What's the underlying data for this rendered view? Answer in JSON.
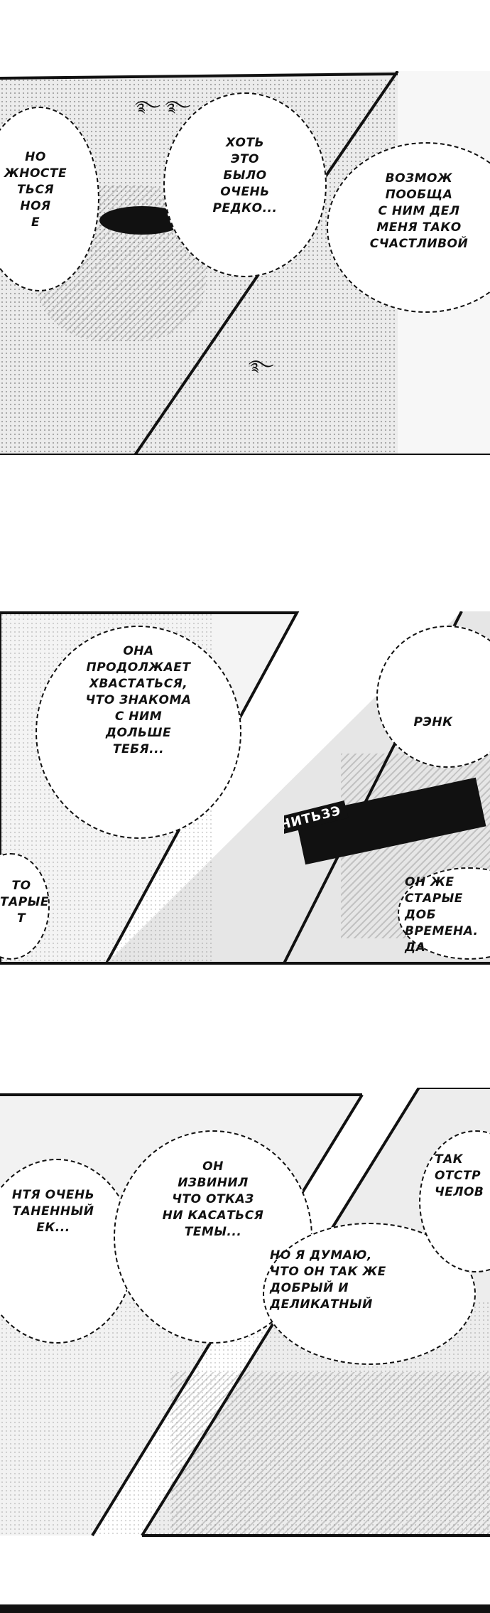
{
  "panel1": {
    "bubble_left": "НО\nЖНОСТЕ\nТЬСЯ\nНОЯ\nЕ",
    "bubble_mid": "ХОТЬ\nЭТО\nБЫЛО\nОЧЕНЬ\nРЕДКО...",
    "bubble_right": "ВОЗМОЖ\nПООБЩА\nС НИМ ДЕЛ\nМЕНЯ ТАКО\nСЧАСТЛИВОЙ"
  },
  "panel2": {
    "bubble_left": "ОНА\nПРОДОЛЖАЕТ\nХВАСТАТЬСЯ,\nЧТО ЗНАКОМА\nС НИМ\nДОЛЬШЕ\nТЕБЯ...",
    "bubble_left_bottom": "ТО\nТАРЫЕ\nТ"
  },
  "panel3": {
    "bubble_top": "РЭНК",
    "sfx": "ВЕБЕНИТЬЗЭ",
    "bubble_bottom": "ОН ЖЕ\nСТАРЫЕ ДОБ\nВРЕМЕНА. ДА"
  },
  "panel4": {
    "bubble_left": "НТЯ ОЧЕНЬ\nТАНЕННЫЙ\nЕК...",
    "bubble_mid": "ОН\nИЗВИНИЛ\nЧТО ОТКАЗ\nНИ КАСАТЬСЯ\nТЕМЫ..."
  },
  "panel5": {
    "bubble_top": "ТАК\nОТСТР\nЧЕЛОВ",
    "bubble_mid": "НО Я ДУМАЮ,\nЧТО ОН ТАК ЖЕ\nДОБРЫЙ И\nДЕЛИКАТНЫЙ"
  }
}
